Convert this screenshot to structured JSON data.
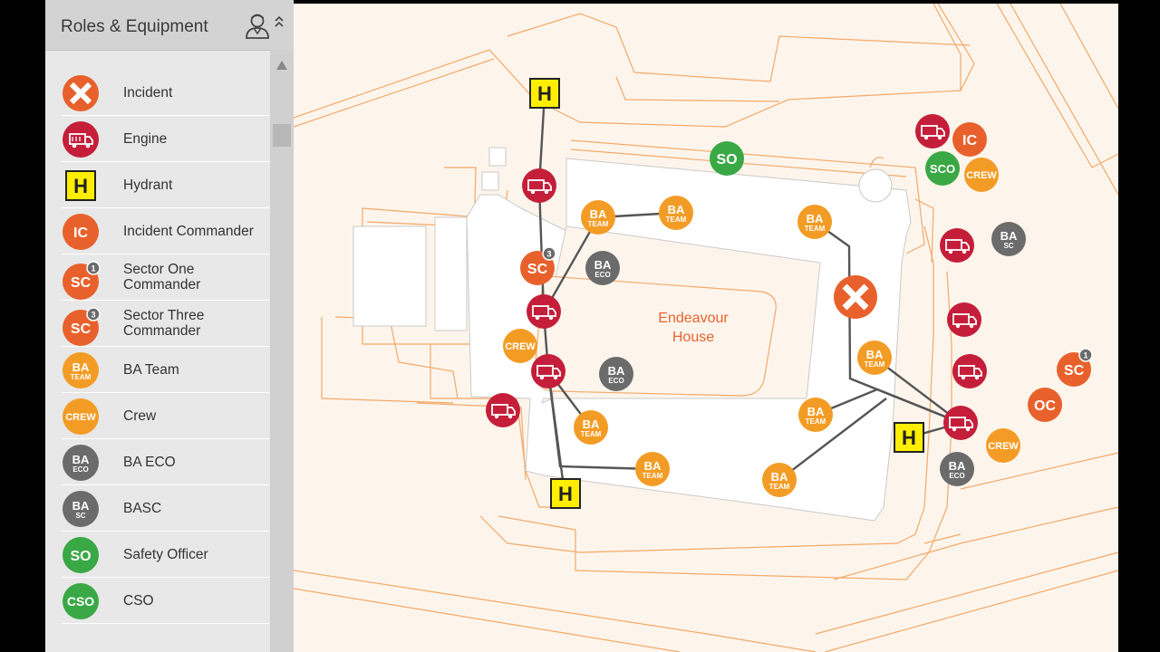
{
  "sidebar": {
    "title": "Roles & Equipment",
    "items": [
      {
        "label": "Incident",
        "icon": "incident-icon"
      },
      {
        "label": "Engine",
        "icon": "engine-icon"
      },
      {
        "label": "Hydrant",
        "icon": "hydrant-icon",
        "badge": "H"
      },
      {
        "label": "Incident Commander",
        "icon": "incident-commander-icon",
        "badge": "IC"
      },
      {
        "label": "Sector One Commander",
        "icon": "sector-one-commander-icon",
        "badge": "SC",
        "number": "1"
      },
      {
        "label": "Sector Three Commander",
        "icon": "sector-three-commander-icon",
        "badge": "SC",
        "number": "3"
      },
      {
        "label": "BA Team",
        "icon": "ba-team-icon",
        "badge": "BA",
        "sub": "TEAM"
      },
      {
        "label": "Crew",
        "icon": "crew-icon",
        "badge": "CREW"
      },
      {
        "label": "BA ECO",
        "icon": "ba-eco-icon",
        "badge": "BA",
        "sub": "ECO"
      },
      {
        "label": "BASC",
        "icon": "basc-icon",
        "badge": "BA",
        "sub": "SC"
      },
      {
        "label": "Safety Officer",
        "icon": "safety-officer-icon",
        "badge": "SO"
      },
      {
        "label": "CSO",
        "icon": "cso-icon",
        "badge": "CSO"
      }
    ]
  },
  "map": {
    "building_label_line1": "Endeavour",
    "building_label_line2": "House"
  },
  "colors": {
    "incident": "#e8612c",
    "engine": "#c41e3a",
    "hydrant": "#ffee00",
    "commander": "#e8612c",
    "ba_team": "#f39c25",
    "eco": "#6b6b6b",
    "safety": "#3aa845",
    "map_line": "#f2a868",
    "map_bg": "#fdf5ec"
  }
}
